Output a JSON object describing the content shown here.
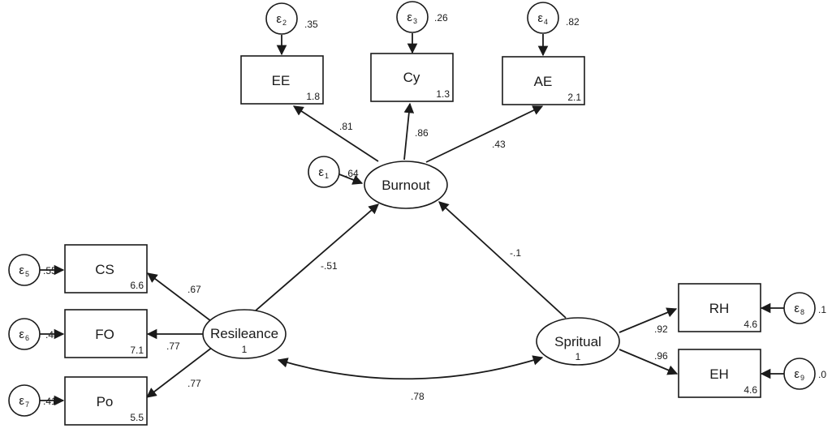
{
  "observed": {
    "EE": {
      "label": "EE",
      "intercept": "1.8"
    },
    "Cy": {
      "label": "Cy",
      "intercept": "1.3"
    },
    "AE": {
      "label": "AE",
      "intercept": "2.1"
    },
    "CS": {
      "label": "CS",
      "intercept": "6.6"
    },
    "FO": {
      "label": "FO",
      "intercept": "7.1"
    },
    "Po": {
      "label": "Po",
      "intercept": "5.5"
    },
    "RH": {
      "label": "RH",
      "intercept": "4.6"
    },
    "EH": {
      "label": "EH",
      "intercept": "4.6"
    }
  },
  "latent": {
    "Burnout": {
      "label": "Burnout",
      "value": ""
    },
    "Resileance": {
      "label": "Resileance",
      "value": "1"
    },
    "Spritual": {
      "label": "Spritual",
      "value": "1"
    }
  },
  "errors": {
    "e1": {
      "sym": "ε",
      "sub": "1",
      "variance": ".64"
    },
    "e2": {
      "sym": "ε",
      "sub": "2",
      "variance": ".35"
    },
    "e3": {
      "sym": "ε",
      "sub": "3",
      "variance": ".26"
    },
    "e4": {
      "sym": "ε",
      "sub": "4",
      "variance": ".82"
    },
    "e5": {
      "sym": "ε",
      "sub": "5",
      "variance": ".55"
    },
    "e6": {
      "sym": "ε",
      "sub": "6",
      "variance": ".4"
    },
    "e7": {
      "sym": "ε",
      "sub": "7",
      "variance": ".41"
    },
    "e8": {
      "sym": "ε",
      "sub": "8",
      "variance": ".1"
    },
    "e9": {
      "sym": "ε",
      "sub": "9",
      "variance": ".0"
    }
  },
  "paths": {
    "burnout_ee": ".81",
    "burnout_cy": ".86",
    "burnout_ae": ".43",
    "resileance_burnout": "-.51",
    "spritual_burnout": "-.1",
    "resileance_cs": ".67",
    "resileance_fo": ".77",
    "resileance_po": ".77",
    "spritual_rh": ".92",
    "spritual_eh": ".96",
    "resileance_spritual_cov": ".78"
  }
}
